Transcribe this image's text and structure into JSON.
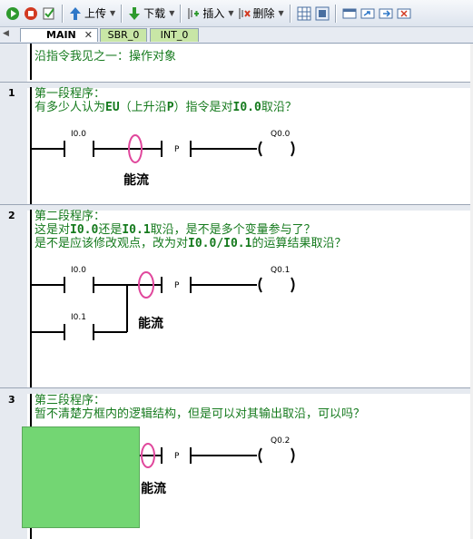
{
  "toolbar": {
    "upload_label": "上传",
    "download_label": "下载",
    "insert_label": "插入",
    "delete_label": "删除"
  },
  "tabs": [
    {
      "label": "MAIN",
      "active": true
    },
    {
      "label": "SBR_0",
      "active": false
    },
    {
      "label": "INT_0",
      "active": false
    }
  ],
  "header_comment": "沿指令我见之一：操作对象",
  "networks": [
    {
      "number": "1",
      "comment_line1": "第一段程序：",
      "comment_line2_pre": "有多少人认为",
      "comment_line2_b1": "EU",
      "comment_line2_mid": "（上升沿",
      "comment_line2_b2": "P",
      "comment_line2_mid2": "）指令是对",
      "comment_line2_b3": "I0.0",
      "comment_line2_post": "取沿？",
      "contact1": "I0.0",
      "edge": "P",
      "coil": "Q0.0",
      "flow_label": "能流"
    },
    {
      "number": "2",
      "comment_line1": "第二段程序：",
      "comment_line2_pre": "这是对",
      "comment_line2_b1": "I0.0",
      "comment_line2_mid": "还是",
      "comment_line2_b2": "I0.1",
      "comment_line2_post": "取沿，是不是多个变量参与了？",
      "comment_line3_pre": "是不是应该修改观点，改为对",
      "comment_line3_b1": "I0.0/I0.1",
      "comment_line3_post": "的运算结果取沿？",
      "contact1": "I0.0",
      "contact2": "I0.1",
      "edge": "P",
      "coil": "Q0.1",
      "flow_label": "能流"
    },
    {
      "number": "3",
      "comment_line1": "第三段程序：",
      "comment_line2": "暂不清楚方框内的逻辑结构，但是可以对其输出取沿，可以吗？",
      "edge": "P",
      "coil": "Q0.2",
      "flow_label": "能流"
    }
  ],
  "colors": {
    "comment": "#157a1d",
    "accent_green_box": "#73d673",
    "circle_highlight": "#e0479c"
  }
}
